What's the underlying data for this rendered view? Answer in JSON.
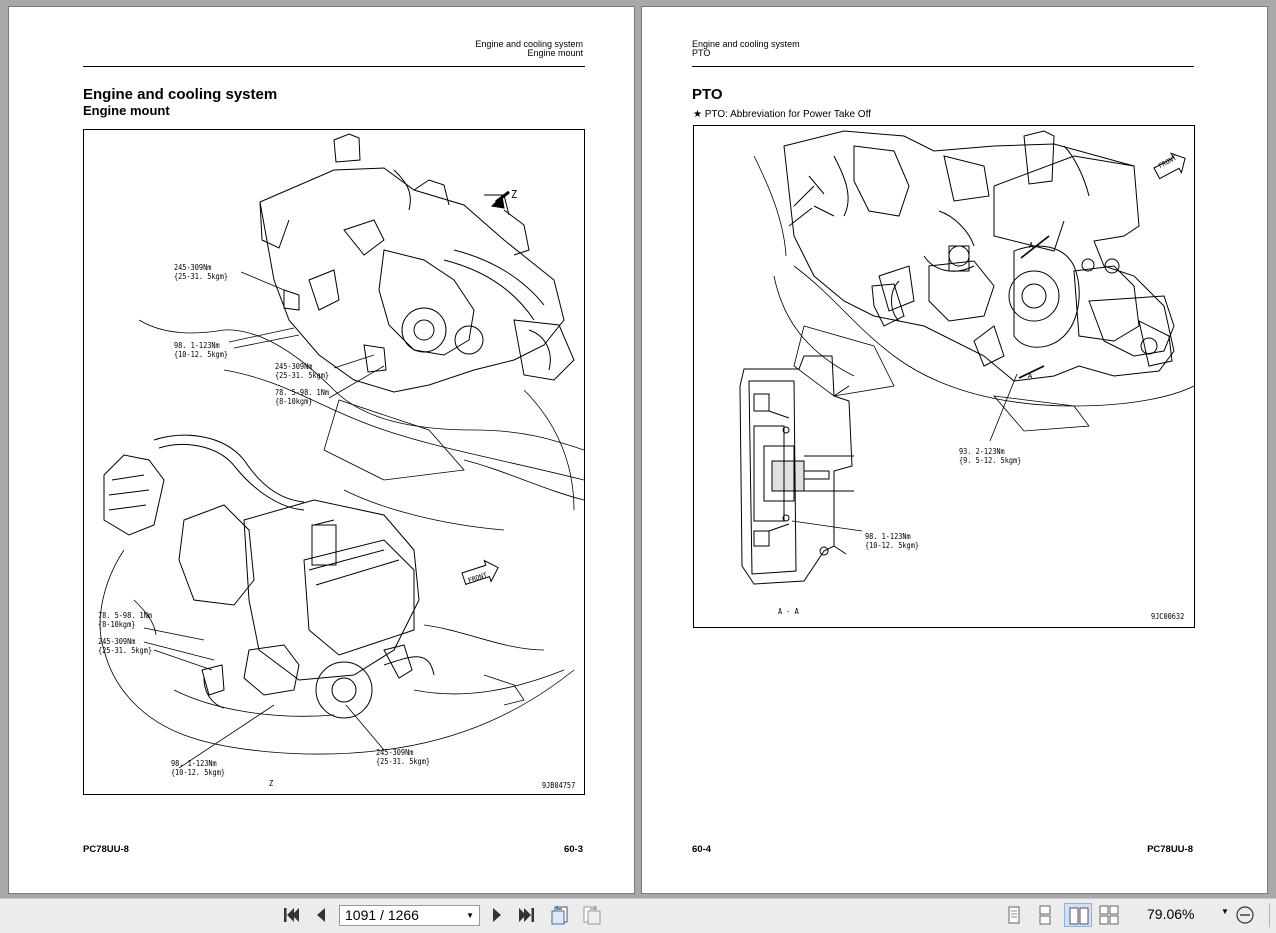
{
  "left_page": {
    "header_line1": "Engine and cooling system",
    "header_line2": "Engine mount",
    "title": "Engine and cooling system",
    "subtitle": "Engine mount",
    "callouts": [
      "245-309Nm\n{25-31. 5kgm}",
      "98. 1-123Nm\n{10-12. 5kgm}",
      "245-309Nm\n{25-31. 5kgm}",
      "78. 5-98. 1Nm\n{8-10kgm}",
      "78. 5-98. 1Nm\n{8-10kgm}",
      "245-309Nm\n{25-31. 5kgm}",
      "98. 1-123Nm\n{10-12. 5kgm}",
      "245-309Nm\n{25-31. 5kgm}"
    ],
    "view_arrow_label": "Z",
    "view_label_bottom": "Z",
    "front_label": "FRONT",
    "figure_code": "9JB04757",
    "footer_left": "PC78UU-8",
    "footer_right": "60-3"
  },
  "right_page": {
    "header_line1": "Engine and cooling system",
    "header_line2": "PTO",
    "title": "PTO",
    "note": "★  PTO: Abbreviation for Power Take Off",
    "callouts": [
      "93. 2-123Nm\n{9. 5-12. 5kgm}",
      "98. 1-123Nm\n{10-12. 5kgm}"
    ],
    "section_label": "A - A",
    "section_marker": "A",
    "front_label": "FRONT",
    "figure_code": "9JC00632",
    "footer_left": "60-4",
    "footer_right": "PC78UU-8"
  },
  "toolbar": {
    "page_display": "1091 / 1266",
    "zoom": "79.06%"
  }
}
